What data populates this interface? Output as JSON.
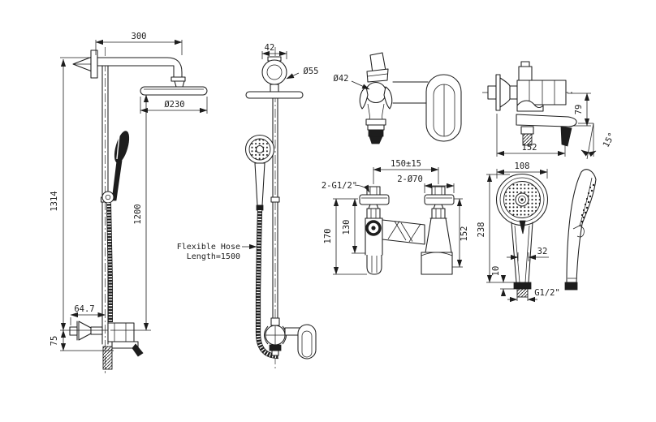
{
  "page": {
    "background": "#ffffff",
    "ink": "#1d1d1d"
  },
  "views": {
    "shower_column_front": {
      "title": "shower column front view",
      "dims": {
        "arm_length": "300",
        "head_diameter": "Ø230",
        "total_height": "1314",
        "slide_bar_height": "1200",
        "valve_offset": "64.7",
        "spout_drop": "75"
      }
    },
    "shower_column_side": {
      "title": "shower column side view",
      "dims": {
        "bracket_width": "42",
        "wall_flange_diameter": "Ø55"
      },
      "note": {
        "line1": "Flexible Hose",
        "line2": "Length=1500"
      }
    },
    "mixer_side_lever": {
      "title": "mixer valve side view with lever",
      "dims": {
        "cartridge_diameter": "Ø42"
      }
    },
    "mixer_side_wall": {
      "title": "mixer valve side view with wall flange",
      "dims": {
        "body_height": "79",
        "spout_angle": "15°",
        "body_width": "152"
      }
    },
    "mixer_front": {
      "title": "mixer valve front view",
      "dims": {
        "inlet_spacing": "150±15",
        "flange_diameter": "2-Ø70",
        "inlet_thread": "2-G1/2\"",
        "height_overall": "170",
        "height_body": "130",
        "height_right": "152"
      }
    },
    "hand_shower_front": {
      "title": "hand shower front view",
      "dims": {
        "head_diameter": "108",
        "overall_length": "238",
        "grip_width": "32",
        "collar_height": "10",
        "thread": "G1/2\""
      }
    },
    "hand_shower_side": {
      "title": "hand shower side view"
    }
  }
}
